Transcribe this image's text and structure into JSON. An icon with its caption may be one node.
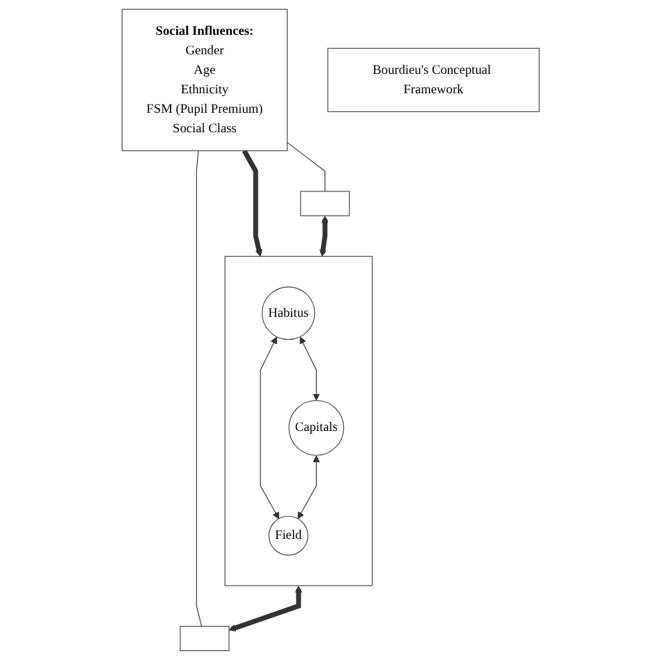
{
  "diagram": {
    "nodes": [
      {
        "text": [
          "Social Influences:",
          "Gender",
          "Age",
          "Ethnicity",
          "FSM (Pupil Premium)",
          "Social Class"
        ]
      },
      {
        "text": [],
        "shape": "box"
      },
      {
        "text": [
          "Habitus"
        ],
        "in": 1
      },
      {
        "text": [
          "Capitals"
        ],
        "in": 1
      },
      {
        "text": [
          "Field"
        ],
        "in": 1
      },
      {
        "text": [
          "Bourdieu's Conceptual Framework"
        ]
      },
      {
        "text": [],
        "shape": "box"
      },
      {
        "text": [],
        "shape": "box"
      }
    ],
    "edges": [
      {
        "from": 0,
        "to": 1,
        "arrow": "to",
        "style": "thick"
      },
      {
        "from": 2,
        "to": 3,
        "arrow": "both"
      },
      {
        "from": 2,
        "to": 4,
        "arrow": "both"
      },
      {
        "from": 3,
        "to": 4,
        "arrow": "both"
      },
      {
        "from": 6,
        "to": 1,
        "arrow": "both",
        "style": "thick"
      },
      {
        "from": 1,
        "to": 7,
        "arrow": "both",
        "style": "thick"
      },
      {
        "from": 0,
        "to": 6,
        "arrow": "none"
      },
      {
        "from": 0,
        "to": 7,
        "arrow": "none"
      }
    ]
  }
}
